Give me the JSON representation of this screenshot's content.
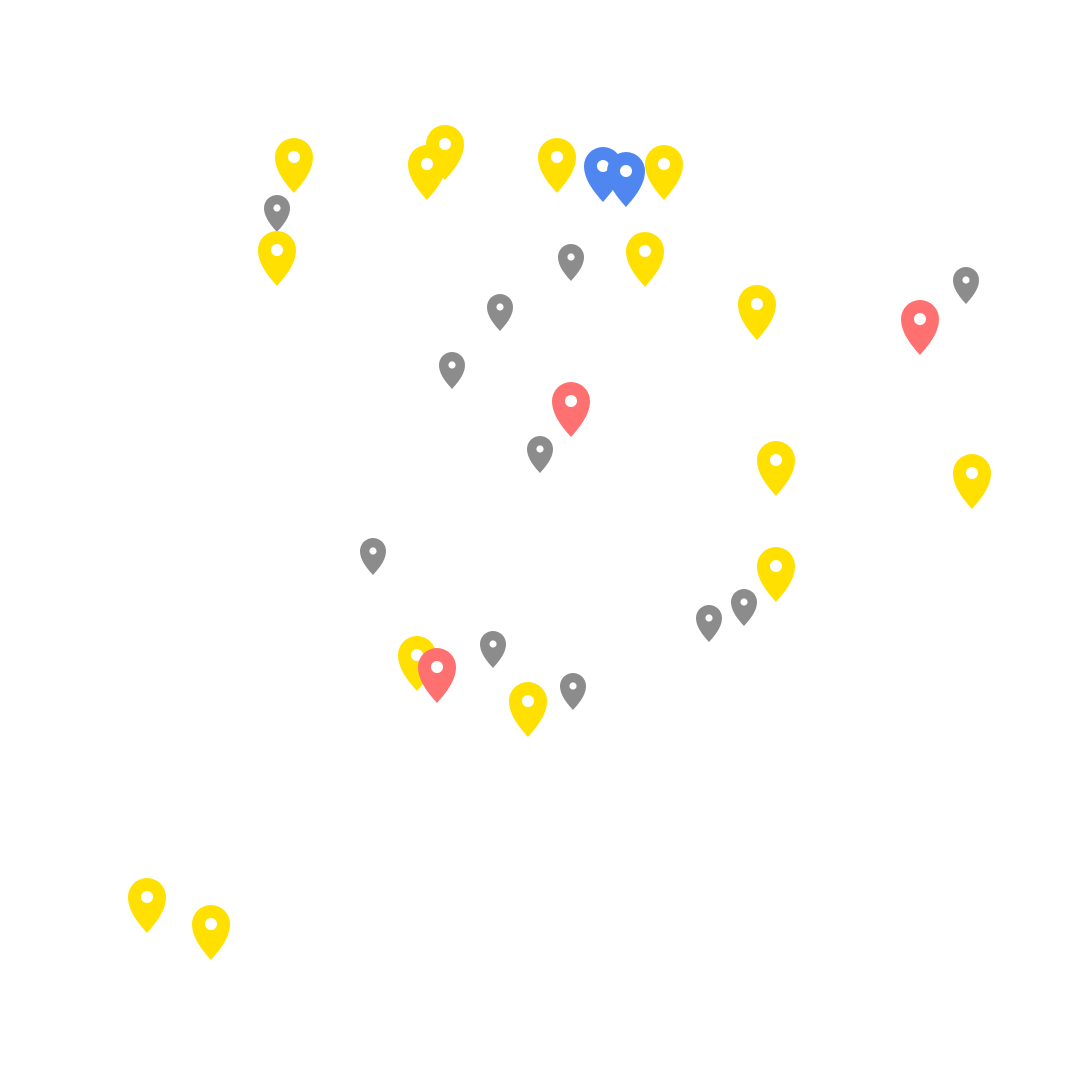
{
  "map": {
    "marker_icon": "map-pin-icon",
    "colors": {
      "yellow": "#FFE000",
      "gray": "#8C8C8C",
      "red": "#FF7070",
      "blue": "#4F86F0",
      "hole": "#FFFFFF"
    },
    "markers": [
      {
        "category": "yellow",
        "size": "large"
      },
      {
        "category": "yellow",
        "size": "large"
      },
      {
        "category": "yellow",
        "size": "large"
      },
      {
        "category": "yellow",
        "size": "large"
      },
      {
        "category": "blue",
        "size": "large"
      },
      {
        "category": "blue",
        "size": "large"
      },
      {
        "category": "yellow",
        "size": "large"
      },
      {
        "category": "gray",
        "size": "small"
      },
      {
        "category": "yellow",
        "size": "large"
      },
      {
        "category": "gray",
        "size": "small"
      },
      {
        "category": "yellow",
        "size": "large"
      },
      {
        "category": "gray",
        "size": "small"
      },
      {
        "category": "gray",
        "size": "small"
      },
      {
        "category": "yellow",
        "size": "large"
      },
      {
        "category": "red",
        "size": "large"
      },
      {
        "category": "gray",
        "size": "small"
      },
      {
        "category": "red",
        "size": "large"
      },
      {
        "category": "gray",
        "size": "small"
      },
      {
        "category": "yellow",
        "size": "large"
      },
      {
        "category": "yellow",
        "size": "large"
      },
      {
        "category": "gray",
        "size": "small"
      },
      {
        "category": "yellow",
        "size": "large"
      },
      {
        "category": "gray",
        "size": "small"
      },
      {
        "category": "gray",
        "size": "small"
      },
      {
        "category": "yellow",
        "size": "large"
      },
      {
        "category": "gray",
        "size": "small"
      },
      {
        "category": "red",
        "size": "large"
      },
      {
        "category": "yellow",
        "size": "large"
      },
      {
        "category": "gray",
        "size": "small"
      },
      {
        "category": "yellow",
        "size": "large"
      },
      {
        "category": "yellow",
        "size": "large"
      }
    ]
  }
}
